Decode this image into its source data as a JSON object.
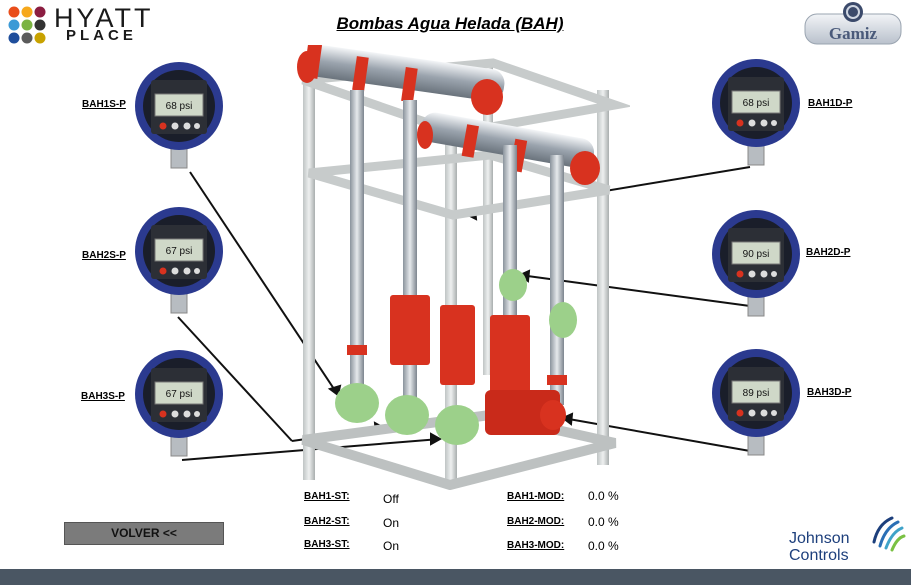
{
  "title": "Bombas Agua Helada (BAH)",
  "logos": {
    "hyatt_line1": "HYATT",
    "hyatt_line2": "PLACE",
    "gamiz": "Gamiz",
    "jc_line1": "Johnson",
    "jc_line2": "Controls"
  },
  "gauges": [
    {
      "label": "BAH1S-P",
      "value": "68 psi"
    },
    {
      "label": "BAH2S-P",
      "value": "67 psi"
    },
    {
      "label": "BAH3S-P",
      "value": "67 psi"
    },
    {
      "label": "BAH1D-P",
      "value": "68 psi"
    },
    {
      "label": "BAH2D-P",
      "value": "90 psi"
    },
    {
      "label": "BAH3D-P",
      "value": "89 psi"
    }
  ],
  "status": [
    {
      "label": "BAH1-ST:",
      "value": "Off"
    },
    {
      "label": "BAH2-ST:",
      "value": "On"
    },
    {
      "label": "BAH3-ST:",
      "value": "On"
    }
  ],
  "modulation": [
    {
      "label": "BAH1-MOD:",
      "value": "0.0 %"
    },
    {
      "label": "BAH2-MOD:",
      "value": "0.0 %"
    },
    {
      "label": "BAH3-MOD:",
      "value": "0.0 %"
    }
  ],
  "back_button": "VOLVER <<",
  "colors": {
    "gauge_bezel": "#2b3a8f",
    "pipe_red": "#d8321f",
    "pump_green": "#9cd08a",
    "frame_gray": "#cfd3d3",
    "footer": "#4a5663"
  }
}
